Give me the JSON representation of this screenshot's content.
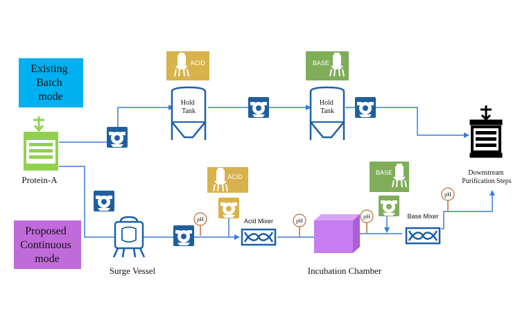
{
  "colors": {
    "line": "#3a7bd5",
    "pump": "#1f5f9e",
    "tank_stroke": "#1a5fa8",
    "batch_mode_bg": "#00b0f0",
    "continuous_mode_bg": "#c16bdb",
    "protein_a": "#92d050",
    "acid": "#d8b24c",
    "base": "#7fad5a",
    "incubation": "#c77cf0",
    "ph_stroke": "#c0662c",
    "mixer_stroke": "#1a5fa8"
  },
  "labels": {
    "existing_batch_mode": "Existing Batch mode",
    "proposed_continuous_mode": "Proposed Continuous mode",
    "protein_a": "Protein-A",
    "hold_tank_1": "Hold Tank",
    "hold_tank_2": "Hold Tank",
    "acid_batch": "ACID",
    "base_batch": "BASE",
    "acid_cont": "ACID",
    "base_cont": "BASE",
    "downstream": "Downstream Purification Steps",
    "surge_vessel": "Surge Vessel",
    "acid_mixer": "Acid Mixer",
    "base_mixer": "Base Mixer",
    "incubation_chamber": "Incubation Chamber",
    "ph": "pH"
  },
  "icons": {
    "pump": "pump-icon",
    "protein_a": "protein-a-column-icon",
    "downstream": "purification-column-icon",
    "hold_tank": "hold-tank-icon",
    "surge_vessel": "surge-vessel-icon",
    "mixer": "static-mixer-icon",
    "ph_probe": "ph-probe-icon",
    "reagent_container": "reagent-container-icon"
  }
}
